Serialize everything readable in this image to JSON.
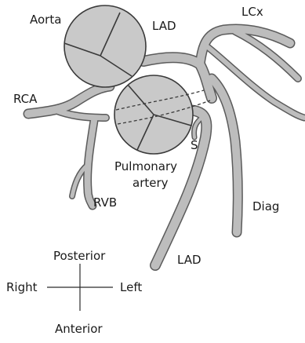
{
  "labels": {
    "aorta": "Aorta",
    "lad_top": "LAD",
    "lcx": "LCx",
    "rca": "RCA",
    "septal": "S",
    "pulmonary_line1": "Pulmonary",
    "pulmonary_line2": "artery",
    "rvb": "RVB",
    "diag": "Diag",
    "lad_bottom": "LAD"
  },
  "orientation": {
    "posterior": "Posterior",
    "right": "Right",
    "left": "Left",
    "anterior": "Anterior"
  }
}
